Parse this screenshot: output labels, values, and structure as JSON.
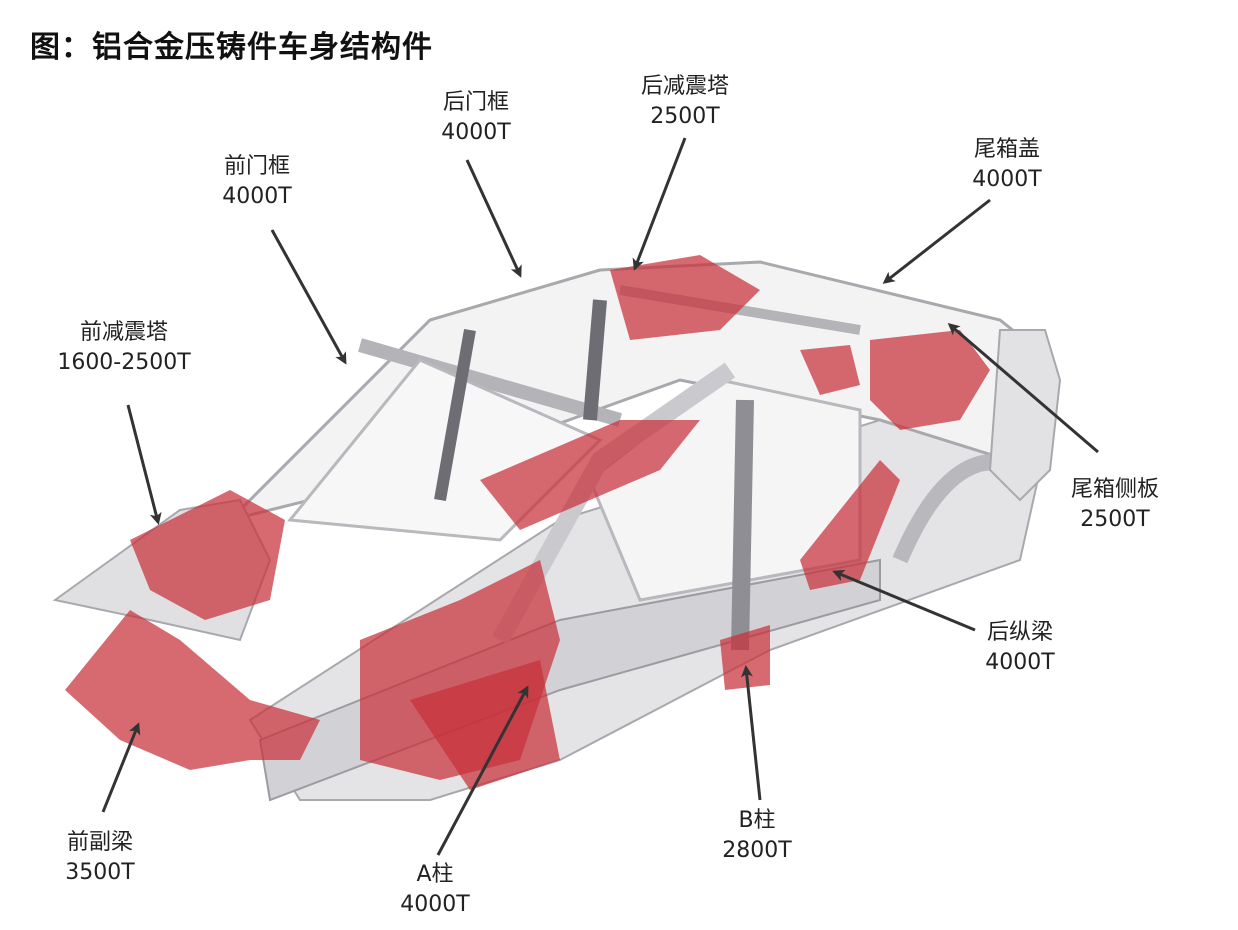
{
  "title": "图：铝合金压铸件车身结构件",
  "colors": {
    "casting_highlight": "#c8303a",
    "body_frame": "#d9d9dc",
    "body_frame_shadow": "#9b9ba0",
    "label_text": "#222222",
    "arrow": "#333333"
  },
  "callouts": {
    "front_door_frame": {
      "name": "前门框",
      "tonnage": "4000T"
    },
    "rear_door_frame": {
      "name": "后门框",
      "tonnage": "4000T"
    },
    "rear_shock_tower": {
      "name": "后减震塔",
      "tonnage": "2500T"
    },
    "trunk_lid": {
      "name": "尾箱盖",
      "tonnage": "4000T"
    },
    "front_shock_tower": {
      "name": "前减震塔",
      "tonnage": "1600-2500T"
    },
    "trunk_side_panel": {
      "name": "尾箱侧板",
      "tonnage": "2500T"
    },
    "rear_longitudinal_beam": {
      "name": "后纵梁",
      "tonnage": "4000T"
    },
    "front_subframe": {
      "name": "前副梁",
      "tonnage": "3500T"
    },
    "a_pillar": {
      "name": "A柱",
      "tonnage": "4000T"
    },
    "b_pillar": {
      "name": "B柱",
      "tonnage": "2800T"
    }
  }
}
